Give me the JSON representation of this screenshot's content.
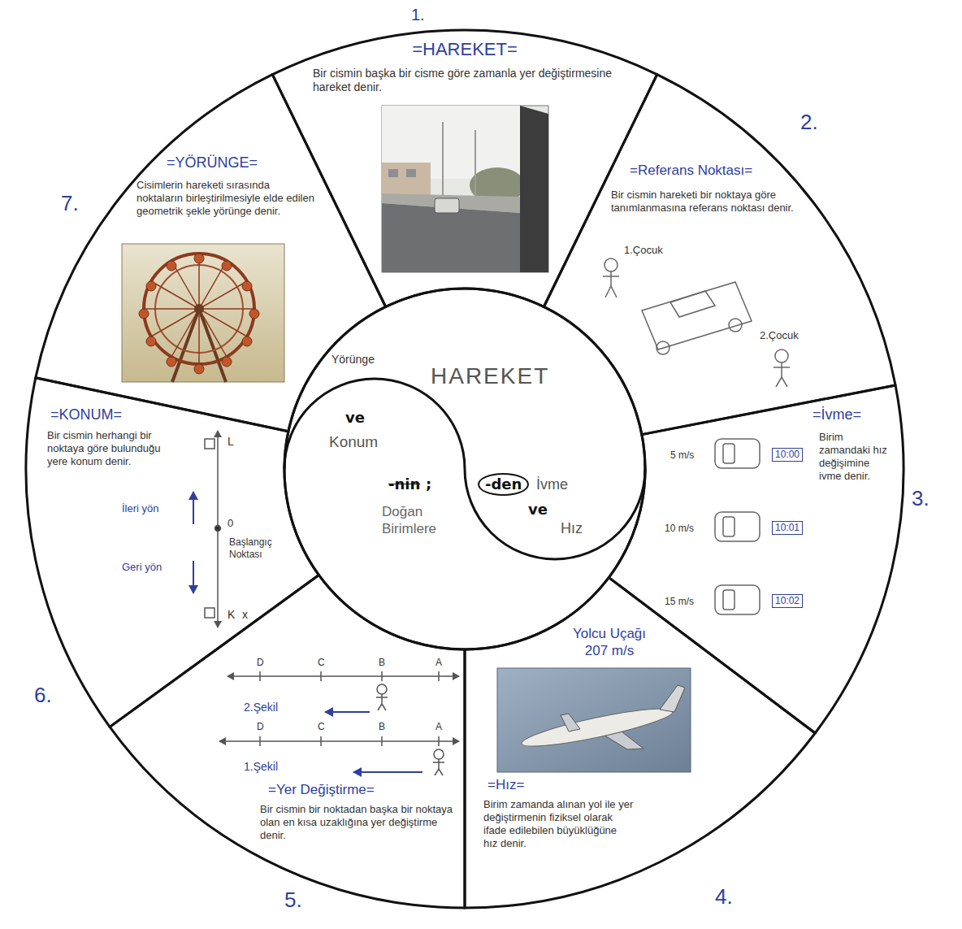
{
  "diagram": {
    "nodes": [
      {
        "text": [
          "1.",
          "=HAREKET=",
          "Bir cismin başka bir cisme göre zamanla yer değiştirmesine hareket denir."
        ]
      },
      {
        "text": [
          "2.",
          "=Referans Noktası=",
          "Bir cismin hareketi bir noktaya göre tanımlanmasına referans noktası denir."
        ]
      },
      {
        "text": [
          "3.",
          "=İvme=",
          "Birim zamandaki hız değişimine ivme denir."
        ]
      },
      {
        "text": [
          "4.",
          "=Hız=",
          "Birim zamanda alınan yol ile yer değiştirmenin fiziksel olarak ifade edilebilen büyüklüğüne hız denir."
        ]
      },
      {
        "text": [
          "5.",
          "=Yer Değiştirme=",
          "Bir cismin bir noktadan başka bir noktaya olan en kısa uzaklığına yer değiştirme denir."
        ]
      },
      {
        "text": [
          "6.",
          "=KONUM=",
          "Bir cismin herhangi bir noktaya göre bulunduğu yere konum denir."
        ]
      },
      {
        "text": [
          "7.",
          "=YÖRÜNGE=",
          "Cisimlerin hareketi sırasında noktaların birleştirilmesiyle elde edilen geometrik şekle yörünge denir."
        ]
      },
      {
        "text": [
          "HAREKET",
          "Yörünge",
          "ve",
          "Konum",
          "-nin",
          ";",
          "-den",
          "İvme",
          "Doğan Birimlere",
          "ve",
          "Hız"
        ]
      }
    ],
    "labels": [
      "1.Çocuk",
      "2.Çocuk",
      "5 m/s",
      "10 m/s",
      "15 m/s",
      "10:00",
      "10:01",
      "10:02",
      "Yolcu Uçağı 207 m/s",
      "D",
      "C",
      "B",
      "A",
      "2.Şekil",
      "D",
      "C",
      "B",
      "A",
      "1.Şekil",
      "L",
      "0",
      "Başlangıç Noktası",
      "K",
      "x",
      "İleri yön",
      "Geri yön"
    ]
  }
}
